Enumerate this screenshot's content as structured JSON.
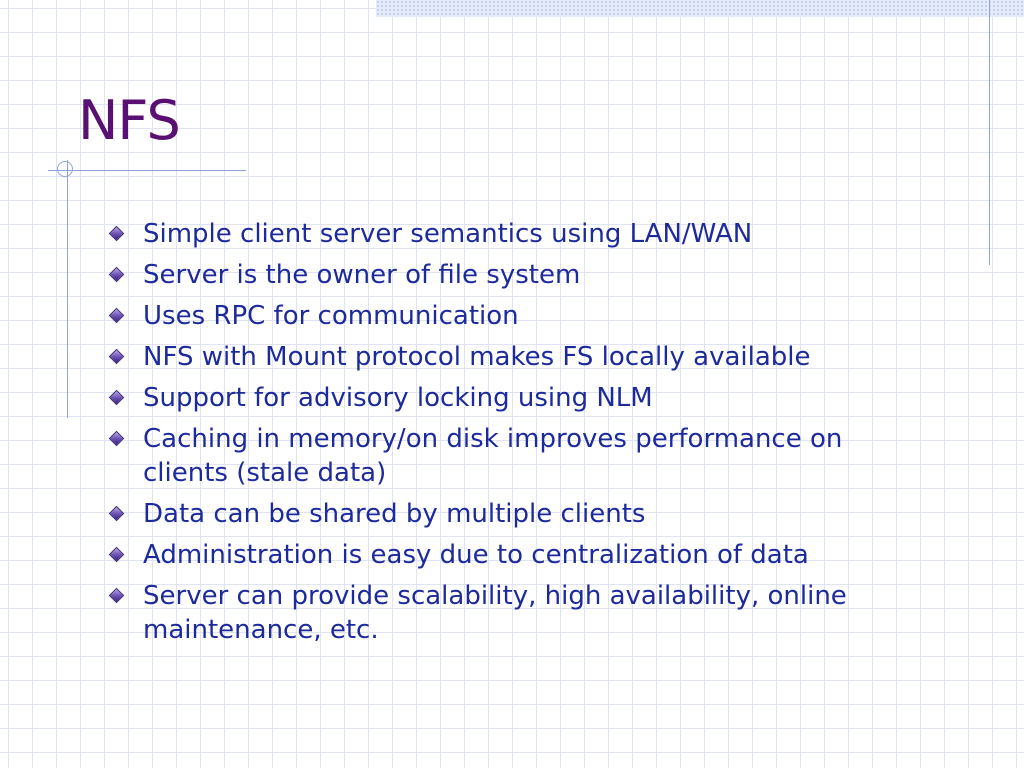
{
  "slide": {
    "title": "NFS",
    "bullets": [
      "Simple client server semantics using LAN/WAN",
      "Server is the owner of file system",
      "Uses RPC for communication",
      "NFS with Mount protocol makes FS locally available",
      "Support for advisory locking using NLM",
      "Caching in memory/on disk improves performance on clients (stale data)",
      "Data can be shared by multiple clients",
      "Administration is easy due to centralization of data",
      "Server can provide scalability, high availability, online maintenance, etc."
    ],
    "bullet_icon": "diamond-bullet-icon",
    "colors": {
      "title": "#5a0f73",
      "body_text": "#1c2a9c",
      "rules": "#8fa3d8",
      "grid": "#dfe3f3"
    }
  }
}
